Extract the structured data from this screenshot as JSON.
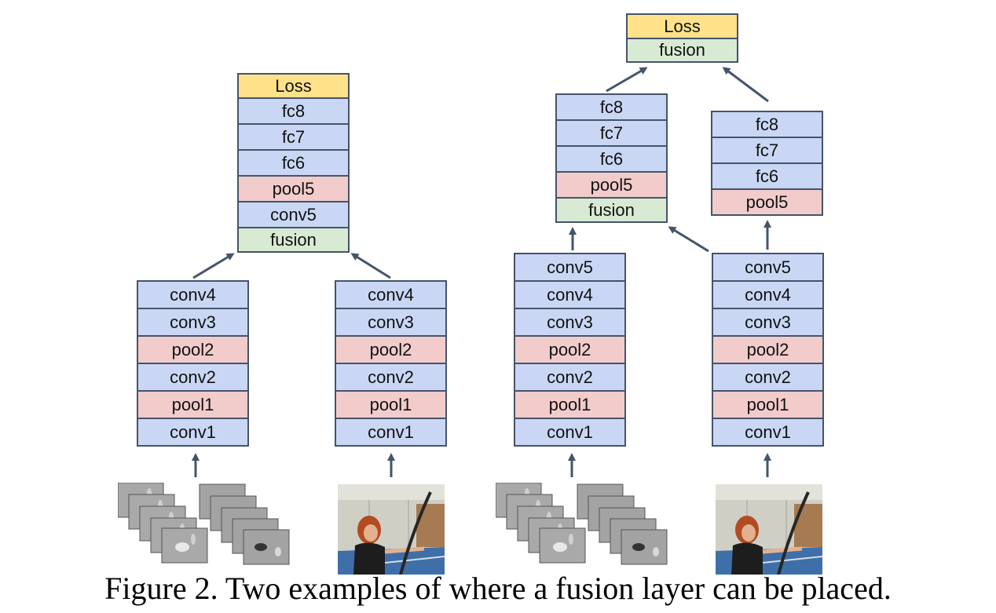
{
  "left_example": {
    "top_stack": [
      "Loss",
      "fc8",
      "fc7",
      "fc6",
      "pool5",
      "conv5",
      "fusion"
    ],
    "flow_stack": [
      "conv4",
      "conv3",
      "pool2",
      "conv2",
      "pool1",
      "conv1"
    ],
    "rgb_stack": [
      "conv4",
      "conv3",
      "pool2",
      "conv2",
      "pool1",
      "conv1"
    ]
  },
  "right_example": {
    "top_stack": [
      "Loss",
      "fusion"
    ],
    "flow_fc_stack": [
      "fc8",
      "fc7",
      "fc6",
      "pool5",
      "fusion"
    ],
    "rgb_fc_stack": [
      "fc8",
      "fc7",
      "fc6",
      "pool5"
    ],
    "flow_stack": [
      "conv5",
      "conv4",
      "conv3",
      "pool2",
      "conv2",
      "pool1",
      "conv1"
    ],
    "rgb_stack": [
      "conv5",
      "conv4",
      "conv3",
      "pool2",
      "conv2",
      "pool1",
      "conv1"
    ]
  },
  "colors": {
    "conv_fc": "#c9d7f5",
    "pool": "#f2cbcb",
    "fusion": "#d8ead3",
    "loss": "#ffe28a",
    "border_arrow": "#44546a"
  },
  "caption": "Figure 2. Two examples of where a fusion layer can be placed."
}
